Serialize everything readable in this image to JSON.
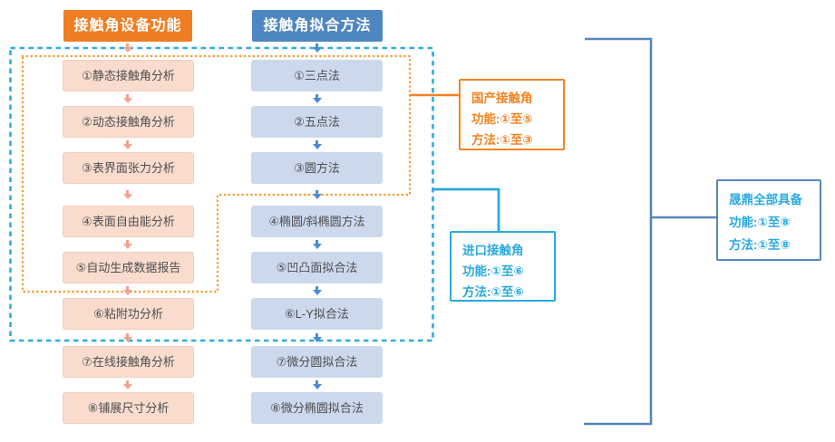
{
  "columns": {
    "left": {
      "header": "接触角设备功能",
      "items": [
        "①静态接触角分析",
        "②动态接触角分析",
        "③表界面张力分析",
        "④表面自由能分析",
        "⑤自动生成数据报告",
        "⑥粘附功分析",
        "⑦在线接触角分析",
        "⑧铺展尺寸分析"
      ]
    },
    "right": {
      "header": "接触角拟合方法",
      "items": [
        "①三点法",
        "②五点法",
        "③圆方法",
        "④椭圆/斜椭圆方法",
        "⑤凹凸面拟合法",
        "⑥L-Y拟合法",
        "⑦微分圆拟合法",
        "⑧微分椭圆拟合法"
      ]
    }
  },
  "annotations": {
    "domestic": {
      "title": "国产接触角",
      "line1": "功能:①至⑤",
      "line2": "方法:①至③"
    },
    "imported": {
      "title": "进口接触角",
      "line1": "功能:①至⑥",
      "line2": "方法:①至⑥"
    },
    "shengding": {
      "title": "晟鼎全部具备",
      "line1": "功能:①至⑧",
      "line2": "方法:①至⑧"
    }
  },
  "colors": {
    "header_orange": "#EF7D23",
    "header_blue": "#4E86C1",
    "item_pink": "#F9DCCD",
    "item_blue": "#CCD9ED",
    "dashed_blue_border": "#2EACE3",
    "dotted_orange_border": "#F7941E",
    "accent_orange": "#F58220",
    "accent_lightblue": "#29A9E1",
    "bracket_blue": "#5586BA"
  }
}
